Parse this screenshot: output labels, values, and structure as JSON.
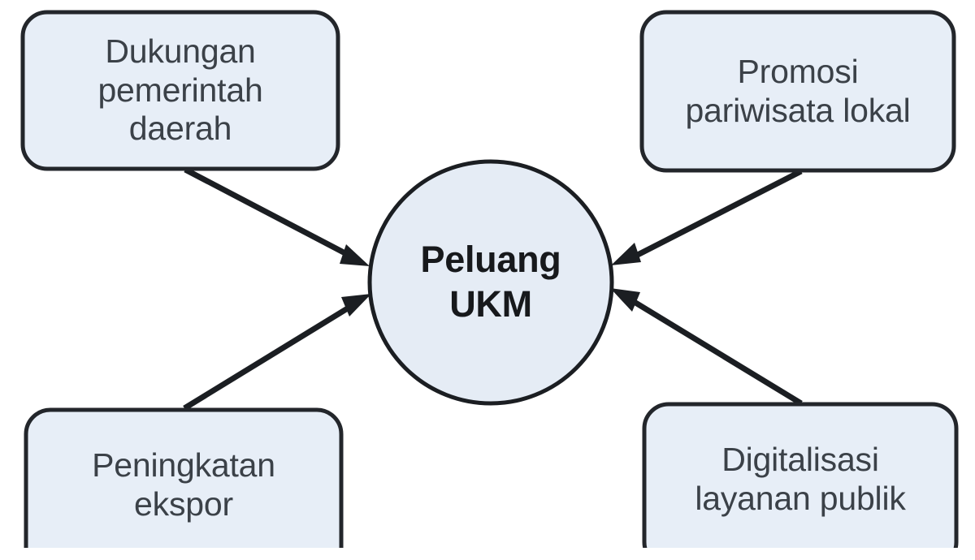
{
  "diagram": {
    "type": "hub-and-spoke",
    "center": {
      "id": "peluang-ukm",
      "label": "Peluang\nUKM",
      "shape": "circle",
      "fill": "#e5ecf5",
      "stroke": "#1b1e22"
    },
    "nodes": [
      {
        "id": "dukungan-pemerintah-daerah",
        "label": "Dukungan\npemerintah\ndaerah",
        "position": "top-left",
        "shape": "rounded-rect",
        "fill": "#e7eef7",
        "stroke": "#23262b"
      },
      {
        "id": "promosi-pariwisata-lokal",
        "label": "Promosi\npariwisata lokal",
        "position": "top-right",
        "shape": "rounded-rect",
        "fill": "#e7eef7",
        "stroke": "#23262b"
      },
      {
        "id": "peningkatan-ekspor",
        "label": "Peningkatan\nekspor",
        "position": "bottom-left",
        "shape": "rounded-rect",
        "fill": "#e7eef7",
        "stroke": "#23262b"
      },
      {
        "id": "digitalisasi-layanan-publik",
        "label": "Digitalisasi\nlayanan publik",
        "position": "bottom-right",
        "shape": "rounded-rect",
        "fill": "#e7eef7",
        "stroke": "#23262b"
      }
    ],
    "edges": [
      {
        "id": "edge-topleft",
        "from": "dukungan-pemerintah-daerah",
        "to": "peluang-ukm",
        "arrow": "to"
      },
      {
        "id": "edge-topright",
        "from": "promosi-pariwisata-lokal",
        "to": "peluang-ukm",
        "arrow": "to"
      },
      {
        "id": "edge-bottomleft",
        "from": "peningkatan-ekspor",
        "to": "peluang-ukm",
        "arrow": "to"
      },
      {
        "id": "edge-bottomright",
        "from": "digitalisasi-layanan-publik",
        "to": "peluang-ukm",
        "arrow": "to"
      }
    ],
    "colors": {
      "background": "#ffffff",
      "node_fill": "#e7eef7",
      "node_stroke": "#23262b",
      "node_text": "#3b4148",
      "center_text": "#17191c",
      "connector": "#1b1e22"
    }
  }
}
